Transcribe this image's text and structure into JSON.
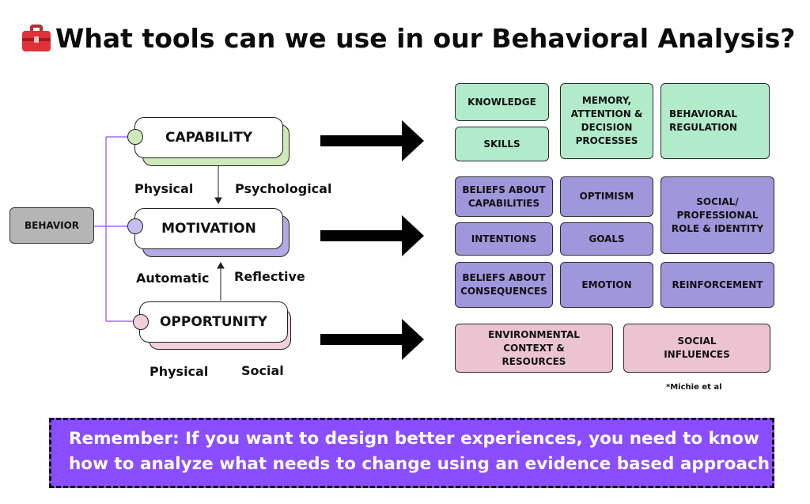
{
  "title": "What tools can we use in our Behavioral Analysis?",
  "behavior_label": "BEHAVIOR",
  "components": {
    "capability": "CAPABILITY",
    "motivation": "MOTIVATION",
    "opportunity": "OPPORTUNITY"
  },
  "sublabels": {
    "capability_physical": "Physical",
    "capability_psychological": "Psychological",
    "motivation_automatic": "Automatic",
    "motivation_reflective": "Reflective",
    "opportunity_physical": "Physical",
    "opportunity_social": "Social"
  },
  "capability_domains": {
    "knowledge": "KNOWLEDGE",
    "skills": "SKILLS",
    "memory": "MEMORY,\nATTENTION &\nDECISION\nPROCESSES",
    "behavioral_regulation": "BEHAVIORAL\nREGULATION"
  },
  "motivation_domains": {
    "beliefs_capabilities": "BELIEFS ABOUT\nCAPABILITIES",
    "optimism": "OPTIMISM",
    "social_role": "SOCIAL/\nPROFESSIONAL\nROLE & IDENTITY",
    "intentions": "INTENTIONS",
    "goals": "GOALS",
    "beliefs_consequences": "BELIEFS ABOUT\nCONSEQUENCES",
    "emotion": "EMOTION",
    "reinforcement": "REINFORCEMENT"
  },
  "opportunity_domains": {
    "environmental": "ENVIRONMENTAL\nCONTEXT &\nRESOURCES",
    "social_influences": "SOCIAL\nINFLUENCES"
  },
  "citation": "*Michie et al",
  "banner": {
    "line1": "Remember: If you want to design better experiences, you need to know",
    "line2": "how to analyze what needs to change using an evidence based approach"
  },
  "colors": {
    "capability": "#b1ebca",
    "motivation": "#a096dc",
    "opportunity": "#ecc3d1",
    "banner": "#8a4dff",
    "behavior": "#b5b5b5",
    "connector": "#8a4dff"
  },
  "icons": {
    "title_icon": "toolbox-icon"
  }
}
